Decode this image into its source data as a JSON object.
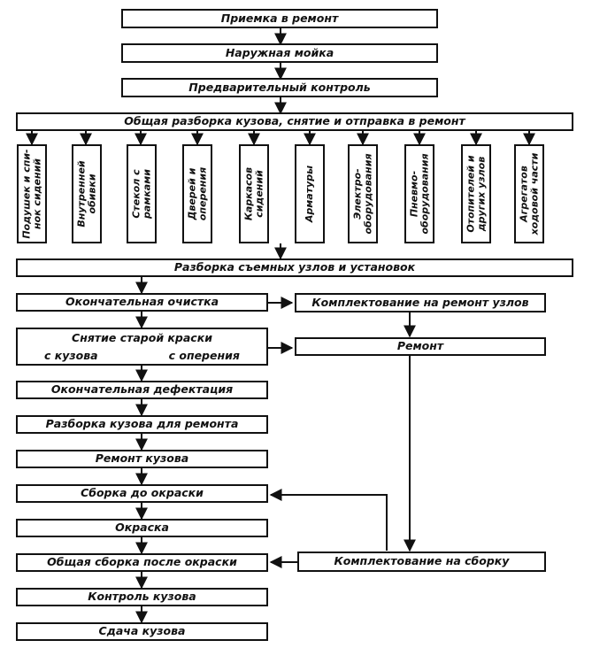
{
  "steps": {
    "s1": "Приемка в ремонт",
    "s2": "Наружная мойка",
    "s3": "Предварительный контроль",
    "s4": "Общая разборка кузова, снятие и отправка в ремонт",
    "s5": "Разборка съемных узлов и установок",
    "s6": "Окончательная очистка",
    "s7": "Снятие старой краски",
    "s7a": "с кузова",
    "s7b": "с оперения",
    "s8": "Окончательная дефектация",
    "s9": "Разборка кузова для ремонта",
    "s10": "Ремонт кузова",
    "s11": "Сборка до окраски",
    "s12": "Окраска",
    "s13": "Общая сборка после окраски",
    "s14": "Контроль кузова",
    "s15": "Сдача кузова"
  },
  "right": {
    "r1": "Комплектование на ремонт узлов",
    "r2": "Ремонт",
    "r3": "Комплектование на сборку"
  },
  "removed_parts": [
    "Подушек и спи-\nнок сидений",
    "Внутренней\nобивки",
    "Стекол с\nрамками",
    "Дверей и\nоперения",
    "Каркасов\nсидений",
    "Арматуры",
    "Электро-\nоборудования",
    "Пневмо-\nоборудования",
    "Отопителей и\nдругих узлов",
    "Агрегатов\nходовой части"
  ]
}
